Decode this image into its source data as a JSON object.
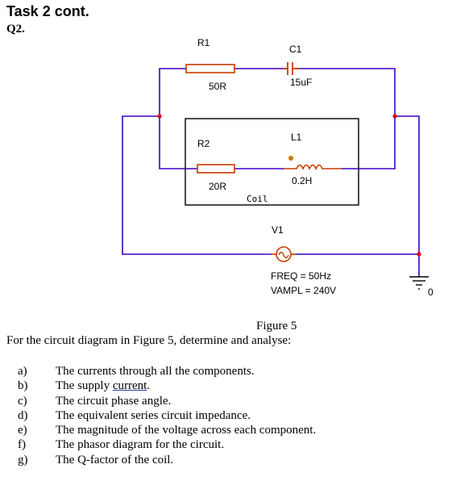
{
  "heading": "Task 2 cont.",
  "question": "Q2.",
  "circuit": {
    "r1": {
      "name": "R1",
      "value": "50R"
    },
    "c1": {
      "name": "C1",
      "value": "15uF"
    },
    "r2": {
      "name": "R2",
      "value": "20R"
    },
    "l1": {
      "name": "L1",
      "value": "0.2H"
    },
    "coil_label": "Coil",
    "v1": {
      "name": "V1",
      "freq": "FREQ = 50Hz",
      "vampl": "VAMPL = 240V"
    },
    "ground_label": "0",
    "wire_color": "#3c00c8",
    "node_color": "#e8000f",
    "component_color": "#c83c00"
  },
  "figure_caption": "Figure 5",
  "intro": "For the circuit diagram in Figure 5, determine and analyse:",
  "tasks": [
    {
      "letter": "a)",
      "text": "The currents through all the components."
    },
    {
      "letter": "b)",
      "text_before": "The supply ",
      "text_underlined": "current",
      "text_after": "."
    },
    {
      "letter": "c)",
      "text": "The circuit phase angle."
    },
    {
      "letter": "d)",
      "text": "The equivalent series circuit impedance."
    },
    {
      "letter": "e)",
      "text": "The magnitude of the voltage across each component."
    },
    {
      "letter": "f)",
      "text": "The phasor diagram for the circuit."
    },
    {
      "letter": "g)",
      "text": "The Q-factor of the coil."
    }
  ]
}
